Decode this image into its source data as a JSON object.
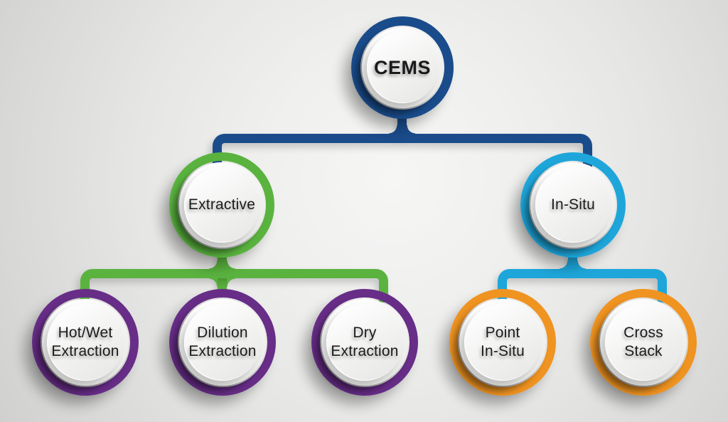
{
  "diagram": {
    "type": "tree",
    "nodes": [
      {
        "id": "cems",
        "lines": [
          "CEMS"
        ],
        "ring_color": "#1a4c8b",
        "level": 0,
        "parent": null
      },
      {
        "id": "extractive",
        "lines": [
          "Extractive"
        ],
        "ring_color": "#5ab33f",
        "level": 1,
        "parent": "cems"
      },
      {
        "id": "in-situ",
        "lines": [
          "In-Situ"
        ],
        "ring_color": "#1ea6da",
        "level": 1,
        "parent": "cems"
      },
      {
        "id": "hot-wet-extraction",
        "lines": [
          "Hot/Wet",
          "Extraction"
        ],
        "ring_color": "#672d87",
        "level": 2,
        "parent": "extractive"
      },
      {
        "id": "dilution-extraction",
        "lines": [
          "Dilution",
          "Extraction"
        ],
        "ring_color": "#672d87",
        "level": 2,
        "parent": "extractive"
      },
      {
        "id": "dry-extraction",
        "lines": [
          "Dry",
          "Extraction"
        ],
        "ring_color": "#672d87",
        "level": 2,
        "parent": "extractive"
      },
      {
        "id": "point-in-situ",
        "lines": [
          "Point",
          "In-Situ"
        ],
        "ring_color": "#ef9321",
        "level": 2,
        "parent": "in-situ"
      },
      {
        "id": "cross-stack",
        "lines": [
          "Cross",
          "Stack"
        ],
        "ring_color": "#ef9321",
        "level": 2,
        "parent": "in-situ"
      }
    ],
    "connectors": [
      {
        "from": "cems",
        "to": [
          "extractive",
          "in-situ"
        ],
        "color": "#1a4c8b"
      },
      {
        "from": "extractive",
        "to": [
          "hot-wet-extraction",
          "dilution-extraction",
          "dry-extraction"
        ],
        "color": "#5ab33f"
      },
      {
        "from": "in-situ",
        "to": [
          "point-in-situ",
          "cross-stack"
        ],
        "color": "#1ea6da"
      }
    ],
    "text_color": "#1b1b1b",
    "background_color": "#e9e9e8"
  }
}
